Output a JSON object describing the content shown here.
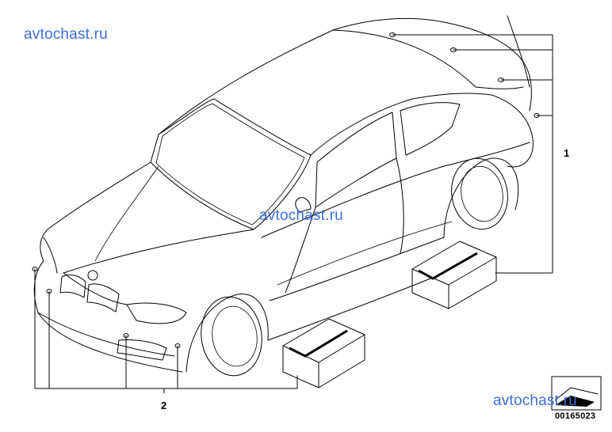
{
  "watermarks": {
    "top_left": "avtochast.ru",
    "center": "avtochast.ru",
    "bottom_right": "avtochast.ru"
  },
  "callouts": {
    "item_1": "1",
    "item_2": "2"
  },
  "reference_number": "00165023",
  "icons": [
    "car-outline-icon",
    "sensor-icon",
    "box-icon",
    "diagram-corner-icon"
  ]
}
